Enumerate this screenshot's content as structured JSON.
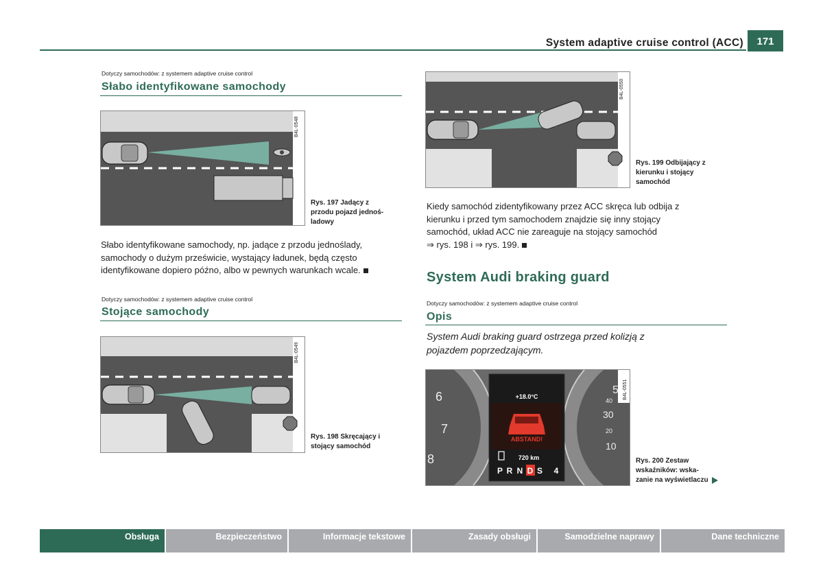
{
  "header": {
    "title": "System adaptive cruise control (ACC)",
    "page_number": "171"
  },
  "left": {
    "section1": {
      "applies": "Dotyczy samochodów: z systemem adaptive cruise control",
      "title": "Słabo identyfikowane samochody",
      "figure_code": "B4L-0548",
      "caption": [
        "Rys. 197  Jadący z",
        "przodu pojazd jednoś-",
        "ladowy"
      ],
      "body": [
        "Słabo identyfikowane samochody, np. jadące z przodu jednoślady,",
        "samochody o dużym prześwicie, wystający ładunek, będą często",
        "identyfikowane dopiero późno, albo w pewnych warunkach wcale."
      ]
    },
    "section2": {
      "applies": "Dotyczy samochodów: z systemem adaptive cruise control",
      "title": "Stojące samochody",
      "figure_code": "B4L-0549",
      "caption": [
        "Rys. 198  Skręcający i",
        "stojący samochód"
      ]
    }
  },
  "right": {
    "figure199": {
      "code": "B4L-0550",
      "caption": [
        "Rys. 199  Odbijający z",
        "kierunku i stojący",
        "samochód"
      ]
    },
    "para": [
      "Kiedy samochód zidentyfikowany przez ACC skręca lub odbija z",
      "kierunku i przed tym samochodem znajdzie się inny stojący",
      "samochód, układ ACC nie zareaguje na stojący samochód",
      "⇒ rys. 198 i ⇒ rys. 199."
    ],
    "big_title": "System Audi braking guard",
    "applies": "Dotyczy samochodów: z systemem adaptive cruise control",
    "sub_title": "Opis",
    "italic": [
      "System Audi braking guard ostrzega przed kolizją z",
      "pojazdem poprzedzającym."
    ],
    "figure200": {
      "code": "B4L-0551",
      "temperature": "+18.0°C",
      "warning": "ABSTAND!",
      "range": "720 km",
      "gears": [
        "P",
        "R",
        "N",
        "D",
        "S"
      ],
      "gear_number": "4",
      "left_gauge": [
        "6",
        "7",
        "8"
      ],
      "right_gauge_big": [
        "5",
        "30",
        "10"
      ],
      "right_gauge_small": [
        "40",
        "20"
      ],
      "caption": [
        "Rys. 200  Zestaw",
        "wskaźników: wska-",
        "zanie na wyświetlaczu"
      ]
    }
  },
  "footer": {
    "tabs": [
      "Obsługa",
      "Bezpieczeństwo",
      "Informacje tekstowe",
      "Zasady obsługi",
      "Samodzielne naprawy",
      "Dane techniczne"
    ]
  },
  "colors": {
    "accent": "#2e6b56",
    "tab_inactive": "#a9aaae",
    "road": "#555555",
    "radar": "#7fbfae",
    "warning": "#e23a2c"
  }
}
